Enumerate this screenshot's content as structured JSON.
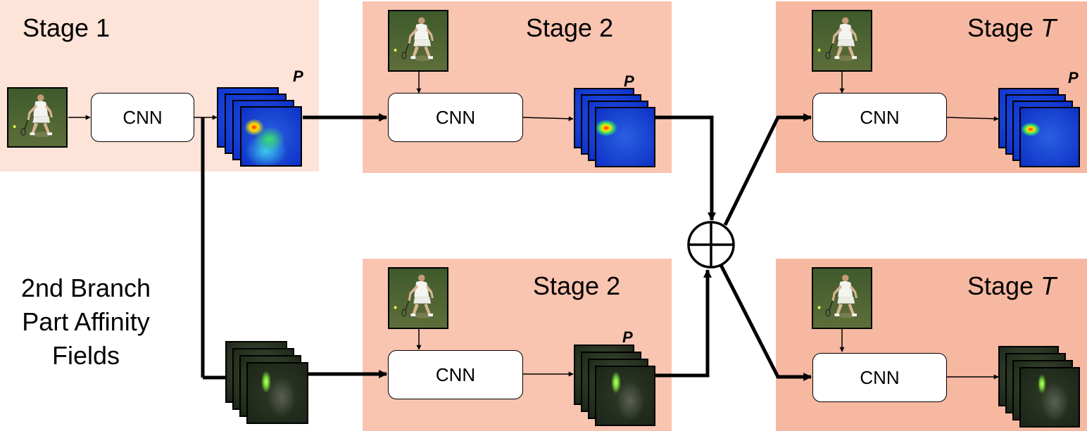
{
  "colors": {
    "stage1_panel": "#fde3d8",
    "stage_panel": "#f9c4b0",
    "stageT_panel": "#f7b8a1",
    "heatmap": "#1a44d8",
    "heatmap_hot": "#ff2a00",
    "paf": "#2b3623",
    "paf_hot": "#9cff3a",
    "arrow": "#000000"
  },
  "stages": {
    "stage1": {
      "title": "Stage 1"
    },
    "stage2_top": {
      "title": "Stage 2"
    },
    "stage2_bottom": {
      "title": "Stage 2"
    },
    "stageT_top": {
      "title_prefix": "Stage",
      "title_var": "T"
    },
    "stageT_bottom": {
      "title_prefix": "Stage",
      "title_var": "T"
    }
  },
  "blocks": {
    "cnn_label": "CNN"
  },
  "maps": {
    "p_label": "P"
  },
  "branch2": {
    "line1": "2nd Branch",
    "line2": "Part Affinity",
    "line3": "Fields"
  },
  "icons": {
    "input_image": "tennis-player-photo",
    "heatmap_stack": "confidence-map-stack",
    "paf_stack": "affinity-field-stack",
    "sum_node": "circled-plus-icon"
  }
}
